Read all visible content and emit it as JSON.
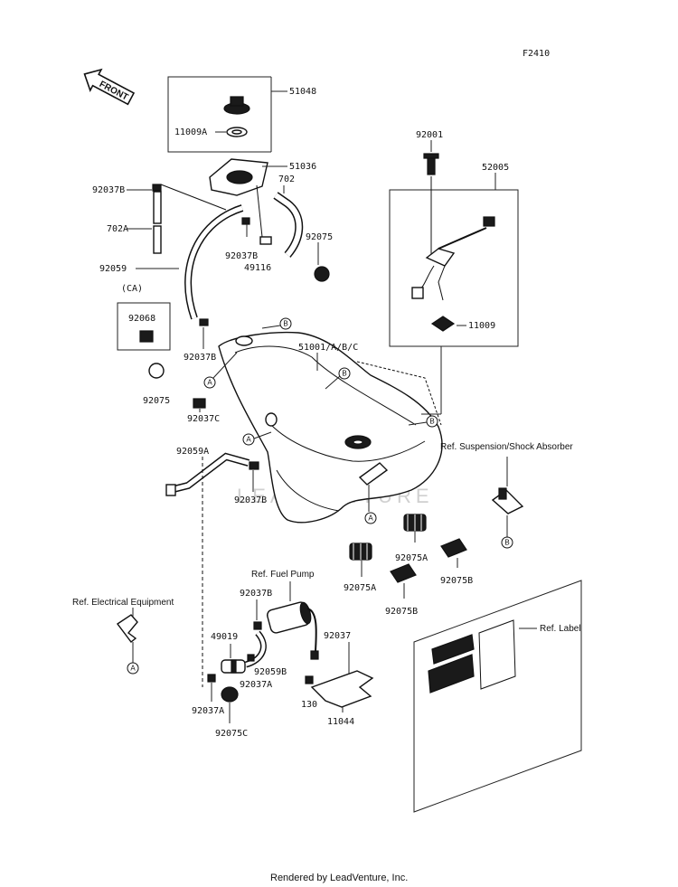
{
  "diagram_code": "F2410",
  "front_arrow": "FRONT",
  "watermark": "LEADVENTURE",
  "footer": "Rendered by LeadVenture, Inc.",
  "labels": {
    "p51048": "51048",
    "p11009A": "11009A",
    "p51036": "51036",
    "p92037B_1": "92037B",
    "p702": "702",
    "p702A": "702A",
    "p92037B_2": "92037B",
    "p49116": "49116",
    "p92075_1": "92075",
    "p92059": "92059",
    "pCA": "(CA)",
    "p92068": "92068",
    "p92037B_3": "92037B",
    "p92075_2": "92075",
    "p92037C": "92037C",
    "p92059A": "92059A",
    "p92037B_4": "92037B",
    "p92001": "92001",
    "p52005": "52005",
    "p11009": "11009",
    "p51001": "51001/A/B/C",
    "p92075A_1": "92075A",
    "p92075A_2": "92075A",
    "p92075B_1": "92075B",
    "p92075B_2": "92075B",
    "p92037B_5": "92037B",
    "p49019": "49019",
    "p92059B": "92059B",
    "p92037A_1": "92037A",
    "p92037": "92037",
    "p130": "130",
    "p11044": "11044",
    "p92037A_2": "92037A",
    "p92075C": "92075C"
  },
  "references": {
    "suspension": "Ref. Suspension/Shock Absorber",
    "fuel_pump": "Ref. Fuel Pump",
    "electrical": "Ref. Electrical Equipment",
    "label": "Ref. Label"
  },
  "callouts": {
    "A": "A",
    "B": "B"
  }
}
